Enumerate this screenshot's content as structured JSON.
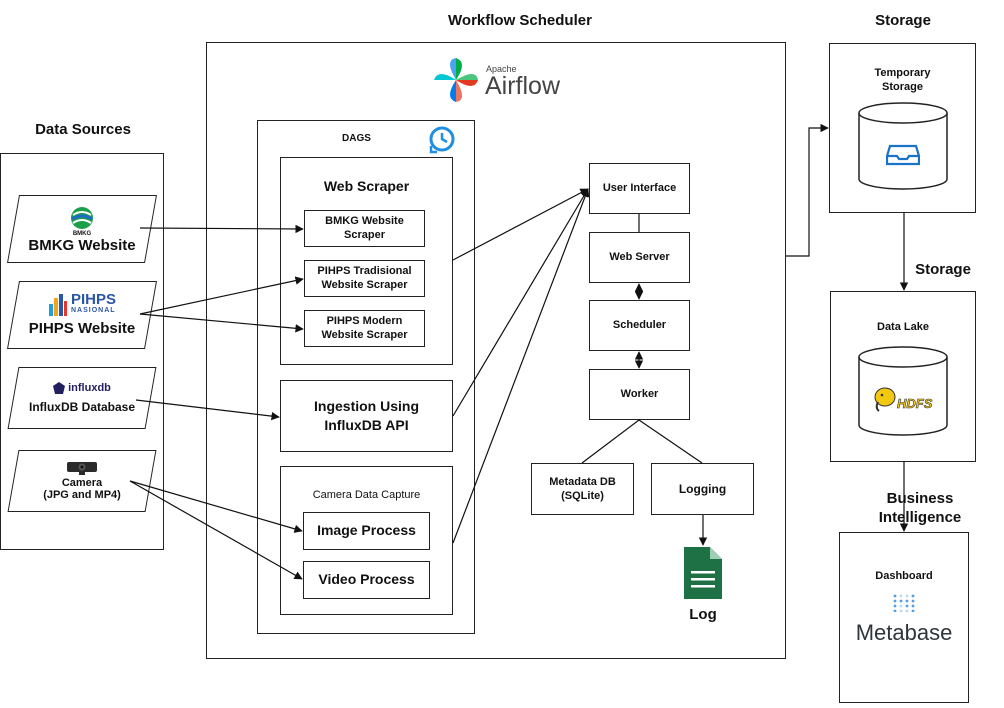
{
  "titles": {
    "data_sources": "Data Sources",
    "workflow_scheduler": "Workflow Scheduler",
    "storage_top": "Storage",
    "storage_mid": "Storage",
    "business_intelligence": "Business\nIntelligence"
  },
  "airflow": {
    "apache": "Apache",
    "name": "Airflow"
  },
  "dags": {
    "label": "DAGS"
  },
  "sources": {
    "bmkg": {
      "logo_text": "BMKG",
      "label": "BMKG Website"
    },
    "pihps": {
      "logo_text": "PIHPS",
      "logo_sub": "NASIONAL",
      "label": "PIHPS Website"
    },
    "influx": {
      "logo_text": "influxdb",
      "label": "InfluxDB Database"
    },
    "camera": {
      "label": "Camera\n(JPG and MP4)"
    }
  },
  "web_scraper": {
    "title": "Web Scraper",
    "items": [
      "BMKG Website\nScraper",
      "PIHPS Tradisional\nWebsite Scraper",
      "PIHPS Modern\nWebsite Scraper"
    ]
  },
  "ingestion": {
    "label": "Ingestion Using\nInfluxDB API"
  },
  "camera_capture": {
    "title": "Camera Data Capture",
    "items": [
      "Image Process",
      "Video Process"
    ]
  },
  "airflow_components": {
    "user_interface": "User Interface",
    "web_server": "Web Server",
    "scheduler": "Scheduler",
    "worker": "Worker",
    "metadata_db": "Metadata DB\n(SQLite)",
    "logging": "Logging",
    "log": "Log"
  },
  "storage": {
    "temporary": "Temporary\nStorage",
    "data_lake": "Data Lake",
    "hdfs": "HDFS"
  },
  "bi": {
    "dashboard": "Dashboard",
    "metabase": "Metabase"
  },
  "colors": {
    "line": "#111111",
    "airflow_red": "#e43921",
    "airflow_teal": "#00ad46",
    "airflow_blue": "#017cee",
    "metabase": "#509ee3",
    "metabase_text": "#2e353b",
    "log_green": "#1e7145",
    "inbox_blue": "#1a73c8",
    "hdfs_yellow": "#f2c811"
  }
}
